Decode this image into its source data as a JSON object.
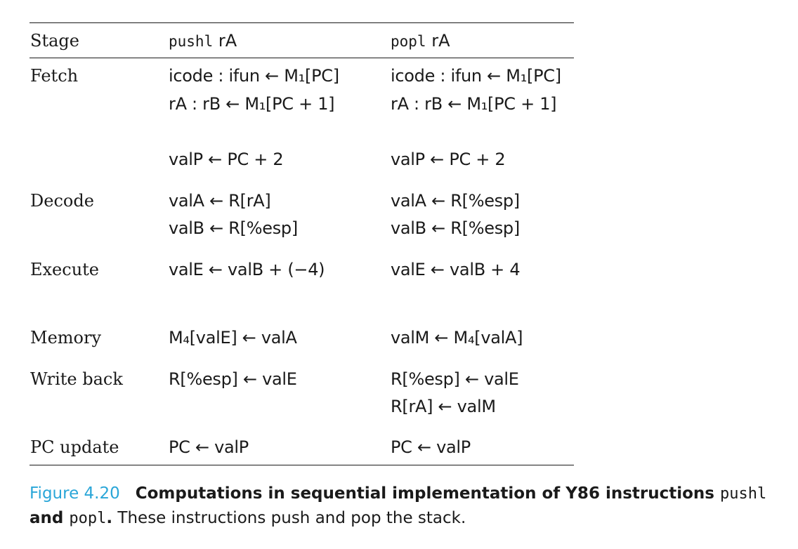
{
  "header": {
    "stage": "Stage",
    "col1_code": "pushl",
    "col1_reg": " rA",
    "col2_code": "popl",
    "col2_reg": " rA"
  },
  "rows": [
    {
      "stage": "Fetch",
      "pushl": [
        "icode : ifun ← M₁[PC]",
        "rA : rB ← M₁[PC + 1]",
        "",
        "valP ← PC + 2"
      ],
      "popl": [
        "icode : ifun ← M₁[PC]",
        "rA : rB ← M₁[PC + 1]",
        "",
        "valP ← PC + 2"
      ]
    },
    {
      "stage": "Decode",
      "pushl": [
        "valA ← R[rA]",
        "valB ← R[%esp]"
      ],
      "popl": [
        "valA ← R[%esp]",
        "valB ← R[%esp]"
      ]
    },
    {
      "stage": "Execute",
      "pushl": [
        "valE ← valB + (−4)"
      ],
      "popl": [
        "valE ← valB + 4"
      ]
    },
    {
      "stage": "Memory",
      "pushl": [
        "M₄[valE] ← valA"
      ],
      "popl": [
        "valM ← M₄[valA]"
      ]
    },
    {
      "stage": "Write back",
      "pushl": [
        "R[%esp] ← valE"
      ],
      "popl": [
        "R[%esp] ← valE",
        "R[rA] ← valM"
      ]
    },
    {
      "stage": "PC update",
      "pushl": [
        "PC ← valP"
      ],
      "popl": [
        "PC ← valP"
      ]
    }
  ],
  "caption": {
    "label": "Figure 4.20",
    "bold_part1": "Computations in sequential implementation of Y86 instructions ",
    "code1": "pushl",
    "bold_and": "and ",
    "code2": "popl",
    "bold_dot": ".",
    "text": " These instructions push and pop the stack."
  }
}
